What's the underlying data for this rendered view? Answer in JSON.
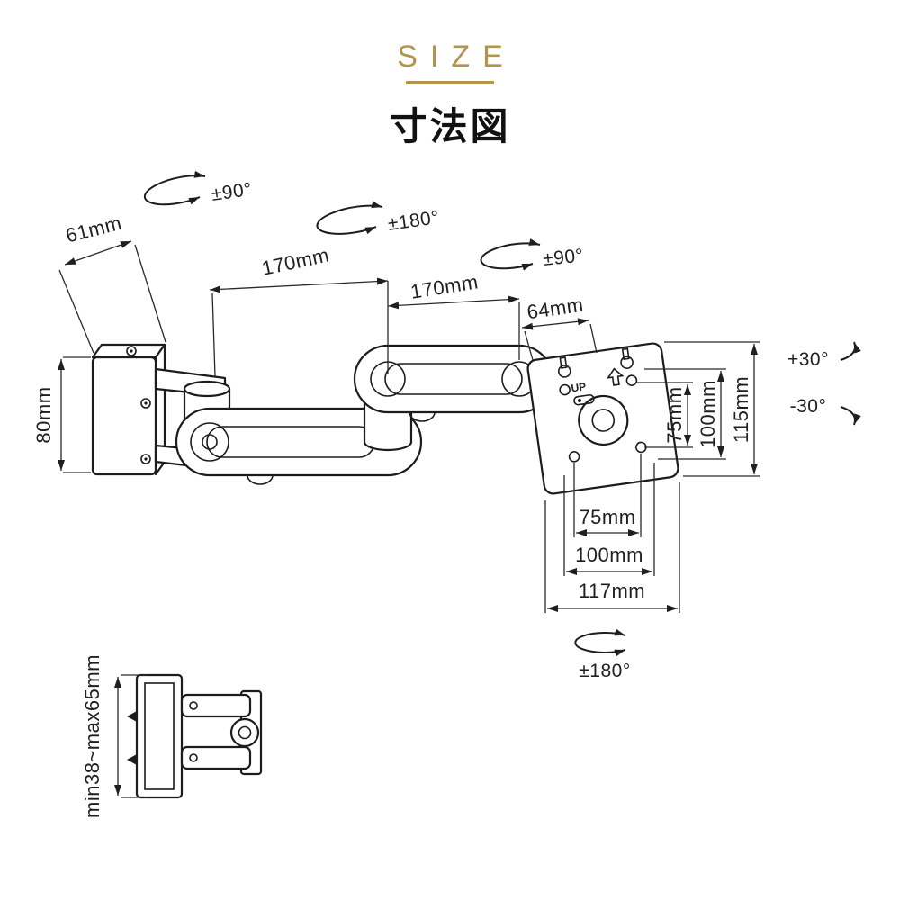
{
  "header": {
    "title": "SIZE",
    "subtitle": "寸法図",
    "accent_color": "#b2954b"
  },
  "diagram": {
    "up_label": "UP",
    "rotations": {
      "arm1_swivel": "±90°",
      "arm2_swivel": "±180°",
      "head_swivel": "±90°",
      "plate_rotation": "±180°",
      "tilt_up": "+30°",
      "tilt_down": "-30°"
    },
    "dimensions": {
      "wall_plate_depth": "61mm",
      "arm1_length": "170mm",
      "arm2_length": "170mm",
      "head_offset": "64mm",
      "wall_plate_height": "80mm",
      "vesa_vertical_75": "75mm",
      "vesa_vertical_100": "100mm",
      "plate_height": "115mm",
      "vesa_horizontal_75": "75mm",
      "vesa_horizontal_100": "100mm",
      "plate_width": "117mm",
      "clamp_range": "min38~max65mm"
    }
  }
}
